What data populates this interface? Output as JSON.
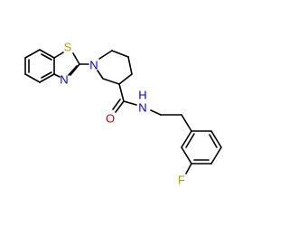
{
  "molecule": {
    "atoms": {
      "sulfur": {
        "symbol": "S",
        "color": "#b8a000"
      },
      "thiazole_nitrogen": {
        "symbol": "N",
        "color": "#0000cc"
      },
      "piperidine_nitrogen": {
        "symbol": "N",
        "color": "#0000cc"
      },
      "carbonyl_oxygen": {
        "symbol": "O",
        "color": "#cc0000"
      },
      "amide_nitrogen": {
        "symbol": "N",
        "color": "#0000cc"
      },
      "amide_hydrogen": {
        "symbol": "H",
        "color": "#0000cc"
      },
      "fluorine": {
        "symbol": "F",
        "color": "#88aa00"
      }
    },
    "bond_color": "#000000"
  }
}
